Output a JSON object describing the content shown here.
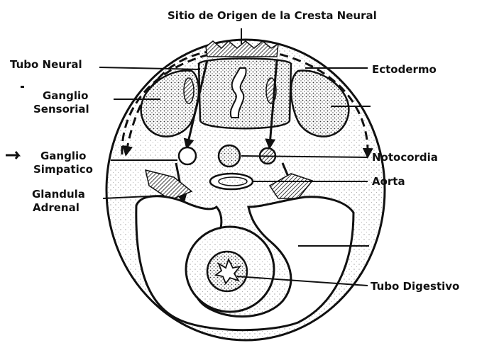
{
  "labels": {
    "top": "Sitio de Origen de la Cresta Neural",
    "tubo_neural": "Tubo Neural",
    "ganglio_sensorial_1": "Ganglio",
    "ganglio_sensorial_2": "Sensorial",
    "ganglio_simpatico_1": "Ganglio",
    "ganglio_simpatico_2": "Simpatico",
    "glandula_adrenal_1": "Glandula",
    "glandula_adrenal_2": "Adrenal",
    "ectodermo": "Ectodermo",
    "notocordia": "Notocordia",
    "aorta": "Aorta",
    "tubo_digestivo": "Tubo Digestivo"
  }
}
